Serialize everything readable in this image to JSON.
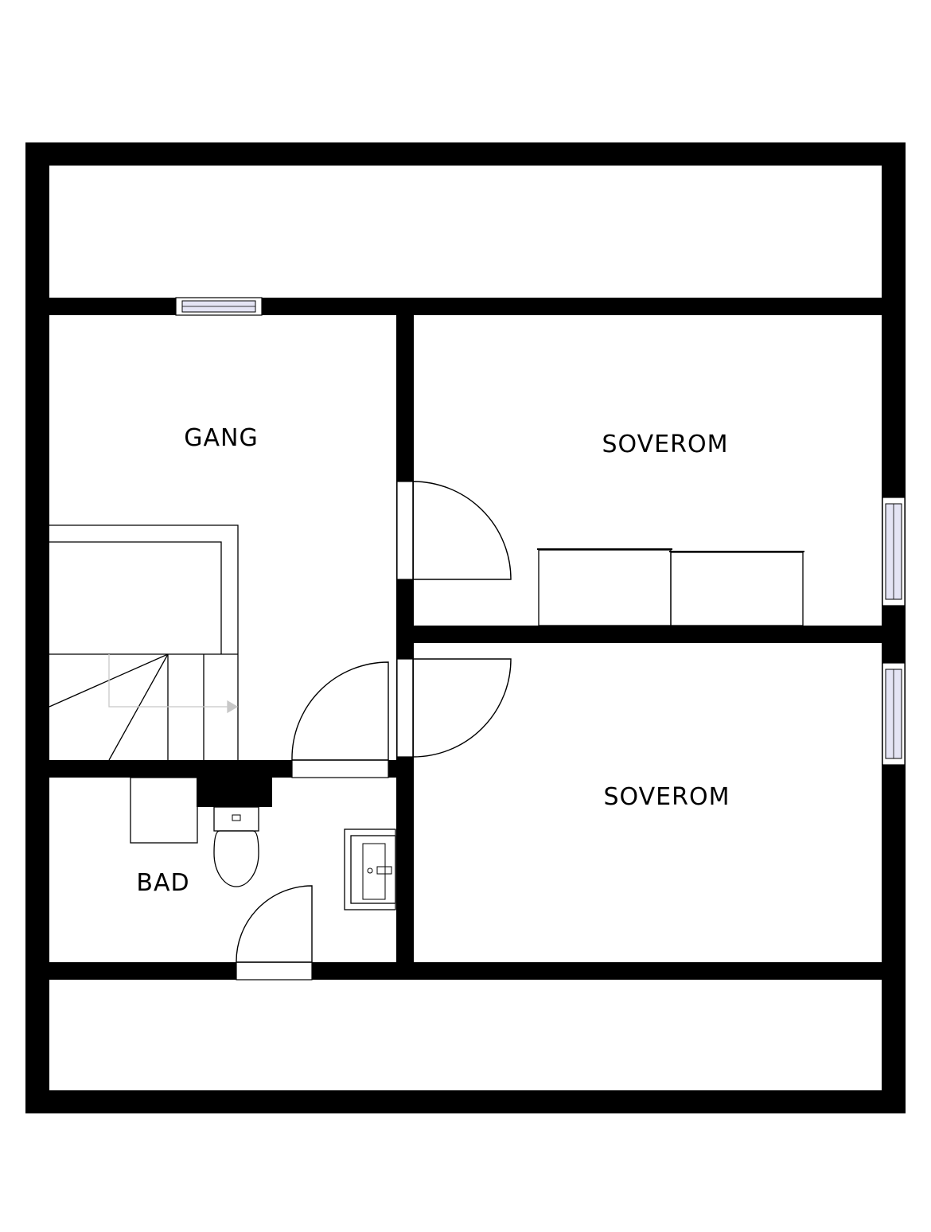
{
  "rooms": {
    "gang": {
      "label": "GANG"
    },
    "soverom_upper": {
      "label": "SOVEROM"
    },
    "soverom_lower": {
      "label": "SOVEROM"
    },
    "bad": {
      "label": "BAD"
    }
  },
  "colors": {
    "wall": "#000000",
    "background": "#ffffff",
    "window_fill": "#e4e4f4",
    "line": "#000000",
    "stair_arrow": "#c8c8c8"
  }
}
